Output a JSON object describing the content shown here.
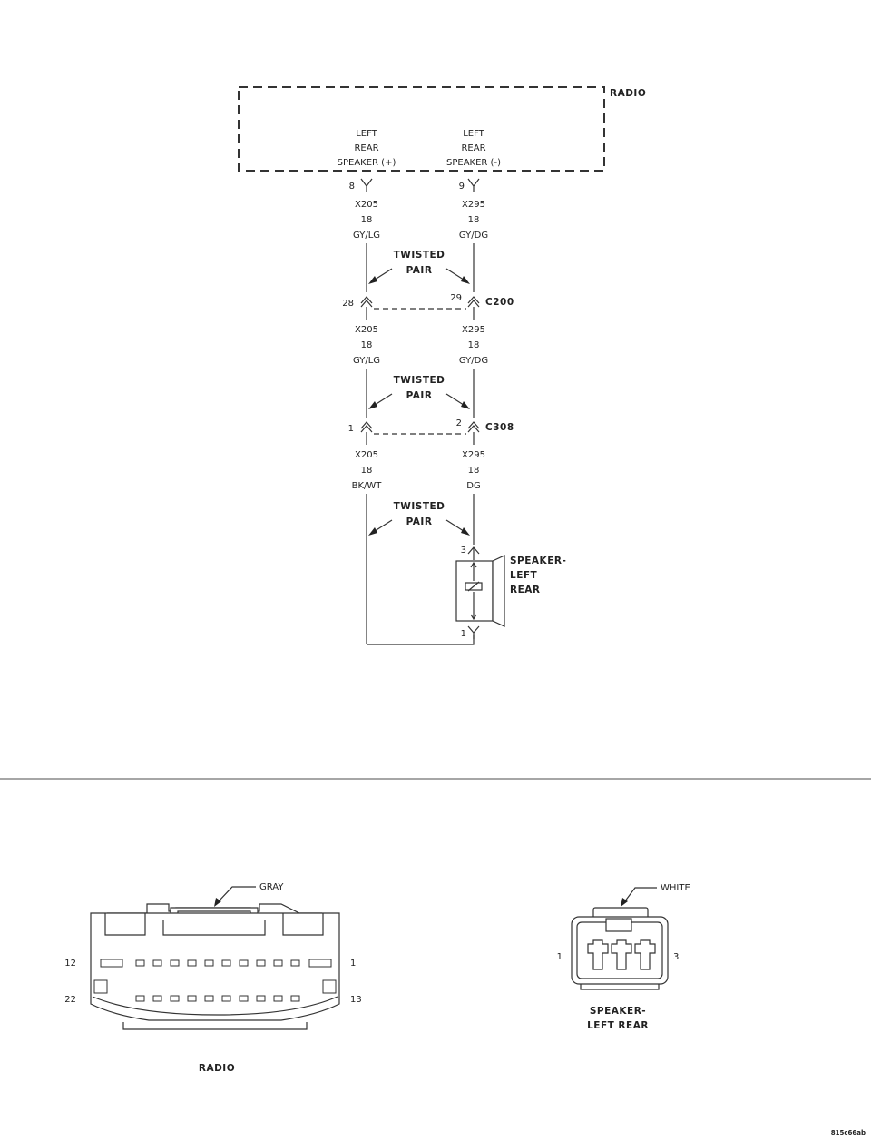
{
  "radio": {
    "label": "RADIO",
    "pin_left": {
      "line1": "LEFT",
      "line2": "REAR",
      "line3": "SPEAKER (+)"
    },
    "pin_right": {
      "line1": "LEFT",
      "line2": "REAR",
      "line3": "SPEAKER (-)"
    }
  },
  "circuits": {
    "seg1": {
      "left": {
        "pin": "8",
        "circuit": "X205",
        "gauge": "18",
        "color": "GY/LG"
      },
      "right": {
        "pin": "9",
        "circuit": "X295",
        "gauge": "18",
        "color": "GY/DG"
      }
    },
    "twisted1": {
      "line1": "TWISTED",
      "line2": "PAIR"
    },
    "c200": {
      "label": "C200",
      "pin_left": "28",
      "pin_right": "29"
    },
    "seg2": {
      "left": {
        "circuit": "X205",
        "gauge": "18",
        "color": "GY/LG"
      },
      "right": {
        "circuit": "X295",
        "gauge": "18",
        "color": "GY/DG"
      }
    },
    "twisted2": {
      "line1": "TWISTED",
      "line2": "PAIR"
    },
    "c308": {
      "label": "C308",
      "pin_left": "1",
      "pin_right": "2"
    },
    "seg3": {
      "left": {
        "circuit": "X205",
        "gauge": "18",
        "color": "BK/WT"
      },
      "right": {
        "circuit": "X295",
        "gauge": "18",
        "color": "DG"
      }
    },
    "twisted3": {
      "line1": "TWISTED",
      "line2": "PAIR"
    }
  },
  "speaker": {
    "line1": "SPEAKER-",
    "line2": "LEFT",
    "line3": "REAR",
    "pin_top": "3",
    "pin_bottom": "1"
  },
  "connectors": {
    "radio": {
      "color_label": "GRAY",
      "pin_12": "12",
      "pin_1": "1",
      "pin_22": "22",
      "pin_13": "13",
      "name": "RADIO"
    },
    "speaker": {
      "color_label": "WHITE",
      "pin_1": "1",
      "pin_3": "3",
      "name_line1": "SPEAKER-",
      "name_line2": "LEFT REAR"
    }
  },
  "footer": {
    "code": "815c66ab"
  }
}
